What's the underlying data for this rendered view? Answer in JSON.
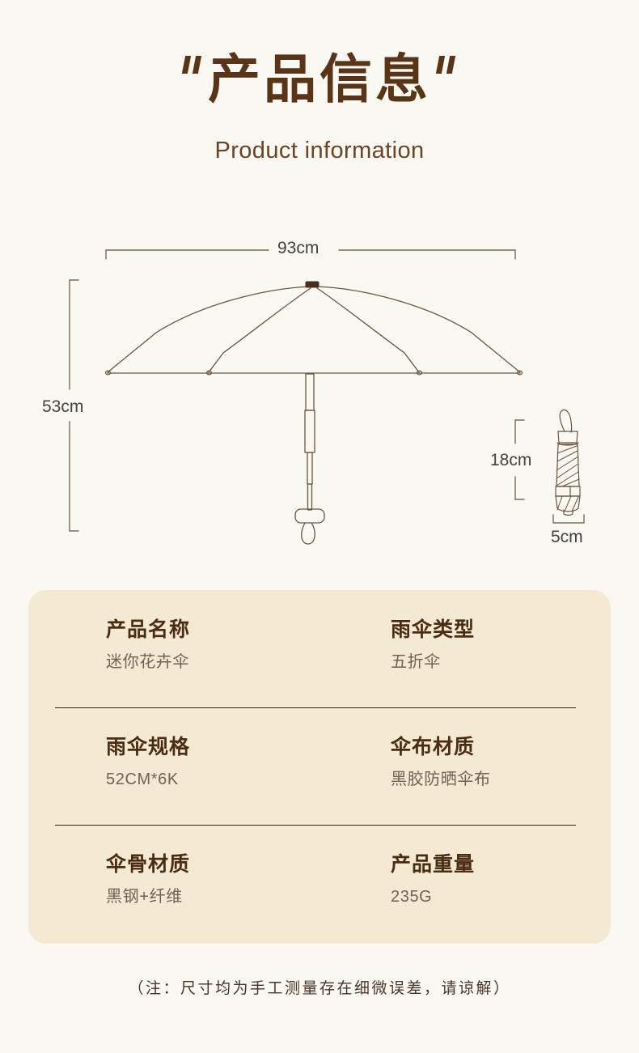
{
  "header": {
    "title": "产品信息",
    "quote_open": "\"",
    "quote_close": "\"",
    "subtitle": "Product information"
  },
  "diagram": {
    "name": "umbrella-dimension-diagram",
    "open_umbrella": {
      "width_label": "93cm",
      "height_label": "53cm"
    },
    "folded_umbrella": {
      "height_label": "18cm",
      "width_label": "5cm"
    },
    "line_color": "#6b543c",
    "tip_color": "#4b2f14"
  },
  "specs": {
    "card_color": "#f4ead4",
    "rows": [
      {
        "left": {
          "key": "产品名称",
          "value": "迷你花卉伞"
        },
        "right": {
          "key": "雨伞类型",
          "value": "五折伞"
        }
      },
      {
        "left": {
          "key": "雨伞规格",
          "value": "52CM*6K"
        },
        "right": {
          "key": "伞布材质",
          "value": "黑胶防晒伞布"
        }
      },
      {
        "left": {
          "key": "伞骨材质",
          "value": "黑钢+纤维"
        },
        "right": {
          "key": "产品重量",
          "value": "235G"
        }
      }
    ]
  },
  "footnote": "（注：尺寸均为手工测量存在细微误差，请谅解）",
  "colors": {
    "page_background": "#faf8f2",
    "title_brown": "#5a3417",
    "subtitle_brown": "#6b4423",
    "key_brown": "#4a2c12",
    "value_gray": "#6d6257",
    "divider": "#3d2412"
  }
}
